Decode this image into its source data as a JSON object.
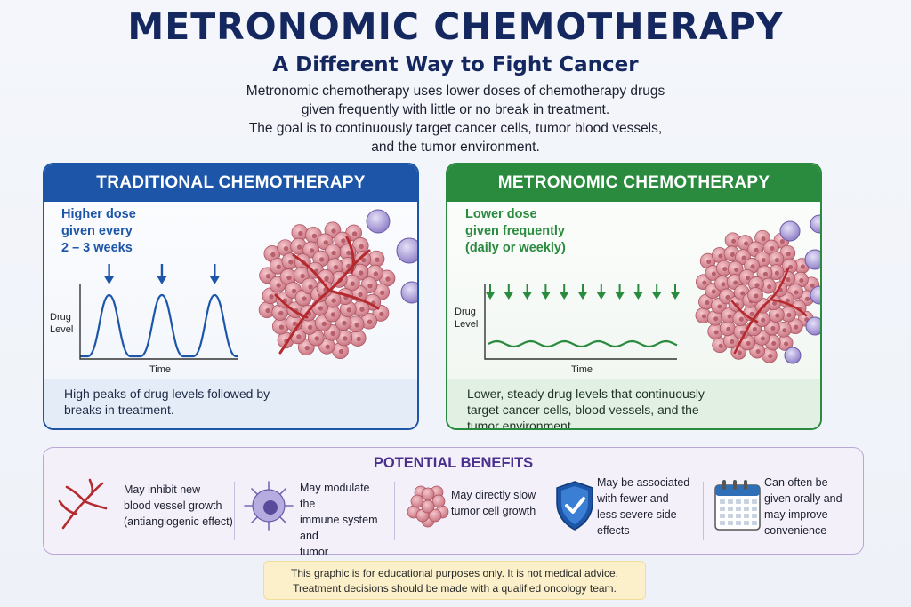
{
  "title": "METRONOMIC CHEMOTHERAPY",
  "subtitle": "A Different Way to Fight Cancer",
  "intro": {
    "line1": "Metronomic chemotherapy uses lower doses of chemotherapy drugs",
    "line2": "given frequently with little or no break in treatment.",
    "line3": "The goal is to continuously target cancer cells, tumor blood vessels,",
    "line4": "and the tumor environment."
  },
  "traditional": {
    "heading": "TRADITIONAL CHEMOTHERAPY",
    "dose_line1": "Higher dose",
    "dose_line2": "given every",
    "dose_line3": "2 – 3 weeks",
    "y_label_line1": "Drug",
    "y_label_line2": "Level",
    "x_label": "Time",
    "peaks": 3,
    "caption_line1": "High peaks of drug levels followed by",
    "caption_line2": "breaks in treatment."
  },
  "metronomic": {
    "heading": "METRONOMIC CHEMOTHERAPY",
    "dose_line1": "Lower dose",
    "dose_line2": "given frequently",
    "dose_line3": "(daily or weekly)",
    "y_label_line1": "Drug",
    "y_label_line2": "Level",
    "x_label": "Time",
    "doses": 11,
    "caption_line1": "Lower, steady drug levels that continuously",
    "caption_line2": "target cancer cells, blood vessels, and the",
    "caption_line3": "tumor environment."
  },
  "benefits": {
    "heading": "POTENTIAL BENEFITS",
    "items": [
      {
        "icon": "blood-vessel-icon",
        "lines": [
          "May inhibit new",
          "blood vessel growth",
          "(antiangiogenic effect)"
        ]
      },
      {
        "icon": "immune-cell-icon",
        "lines": [
          "May modulate the",
          "immune system and",
          "tumor environment"
        ]
      },
      {
        "icon": "tumor-cells-icon",
        "lines": [
          "May directly slow",
          "tumor cell growth"
        ]
      },
      {
        "icon": "shield-check-icon",
        "lines": [
          "May be associated",
          "with fewer and",
          "less severe side",
          "effects"
        ]
      },
      {
        "icon": "calendar-icon",
        "lines": [
          "Can often be",
          "given orally and",
          "may improve",
          "convenience"
        ]
      }
    ]
  },
  "disclaimer": {
    "line1": "This graphic is for educational purposes only. It is not medical advice.",
    "line2": "Treatment decisions should be made with a qualified oncology team."
  },
  "colors": {
    "navy": "#14275e",
    "traditional_blue": "#1d56a8",
    "metronomic_green": "#2a8a3e",
    "benefits_purple": "#4a2f8f",
    "tumor_pink": "#d9848f",
    "vessel_red": "#b52a2e"
  }
}
